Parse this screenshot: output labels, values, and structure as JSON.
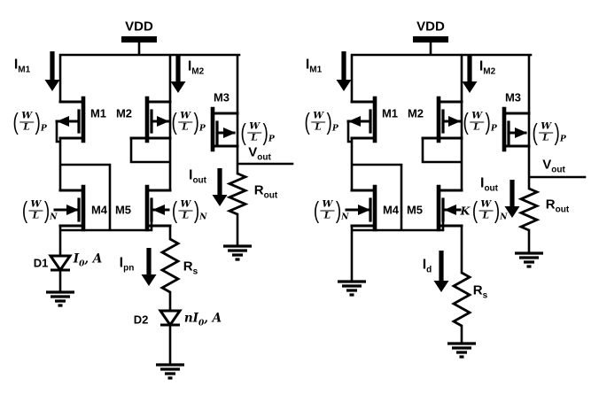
{
  "page": {
    "bg": "#ffffff",
    "ink": "#000000"
  },
  "left": {
    "vdd": "VDD",
    "im1": {
      "base": "I",
      "sub": "M1"
    },
    "im2": {
      "base": "I",
      "sub": "M2"
    },
    "m1": "M1",
    "m2": "M2",
    "m3": "M3",
    "m4": "M4",
    "m5": "M5",
    "wl_m1": {
      "open": "(",
      "num": "W",
      "den": "L",
      "close": ")",
      "sub": "P"
    },
    "wl_m2": {
      "open": "(",
      "num": "W",
      "den": "L",
      "close": ")",
      "sub": "P"
    },
    "wl_m3": {
      "open": "(",
      "num": "W",
      "den": "L",
      "close": ")",
      "sub": "P"
    },
    "wl_m4": {
      "open": "(",
      "num": "W",
      "den": "L",
      "close": ")",
      "sub": "N"
    },
    "wl_m5": {
      "open": "(",
      "num": "W",
      "den": "L",
      "close": ")",
      "sub": "N"
    },
    "vout": {
      "base": "V",
      "sub": "out"
    },
    "iout": {
      "base": "I",
      "sub": "out"
    },
    "rout": {
      "base": "R",
      "sub": "out"
    },
    "rs": {
      "base": "R",
      "sub": "s"
    },
    "ipn": {
      "base": "I",
      "sub": "pn"
    },
    "d1": "D1",
    "d2": "D2",
    "d1_note": {
      "prefix": "",
      "base": "I",
      "sub": "0",
      "rest": ", A"
    },
    "d2_note": {
      "prefix": "n",
      "base": "I",
      "sub": "0",
      "rest": ", A"
    }
  },
  "right": {
    "vdd": "VDD",
    "im1": {
      "base": "I",
      "sub": "M1"
    },
    "im2": {
      "base": "I",
      "sub": "M2"
    },
    "m1": "M1",
    "m2": "M2",
    "m3": "M3",
    "m4": "M4",
    "m5": "M5",
    "wl_m1": {
      "open": "(",
      "num": "W",
      "den": "L",
      "close": ")",
      "sub": "P"
    },
    "wl_m2": {
      "open": "(",
      "num": "W",
      "den": "L",
      "close": ")",
      "sub": "P"
    },
    "wl_m3": {
      "open": "(",
      "num": "W",
      "den": "L",
      "close": ")",
      "sub": "P"
    },
    "wl_m4": {
      "open": "(",
      "num": "W",
      "den": "L",
      "close": ")",
      "sub": "N"
    },
    "wl_m5": {
      "prefix": "K",
      "open": "(",
      "num": "W",
      "den": "L",
      "close": ")",
      "sub": "N"
    },
    "vout": {
      "base": "V",
      "sub": "out"
    },
    "iout": {
      "base": "I",
      "sub": "out"
    },
    "rout": {
      "base": "R",
      "sub": "out"
    },
    "rs": {
      "base": "R",
      "sub": "s"
    },
    "id": {
      "base": "I",
      "sub": "d"
    }
  }
}
